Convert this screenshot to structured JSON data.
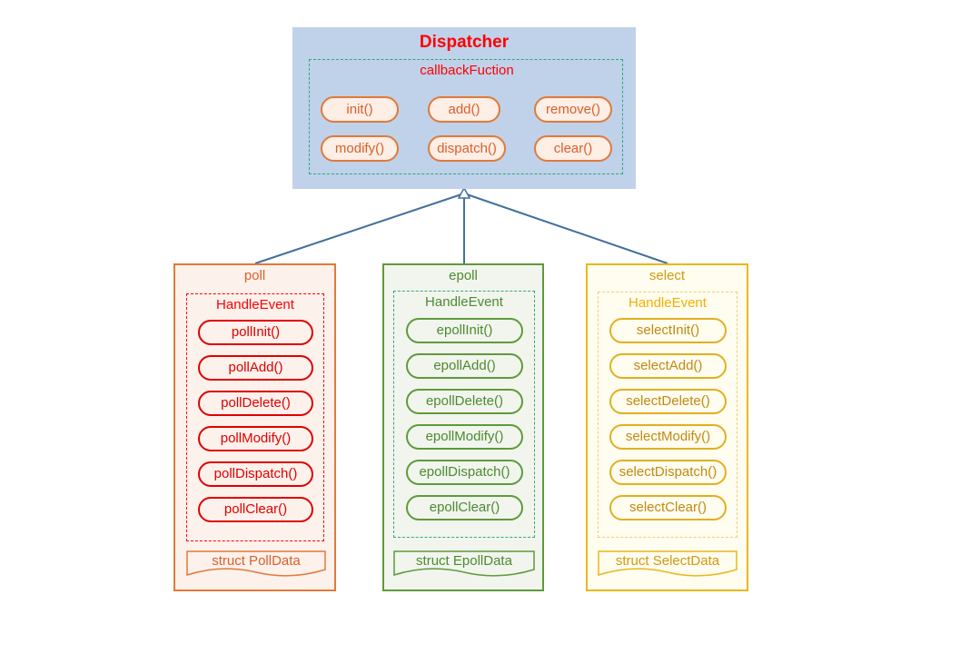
{
  "dispatcher": {
    "title": "Dispatcher",
    "callback_title": "callbackFuction",
    "methods": [
      "init()",
      "add()",
      "remove()",
      "modify()",
      "dispatch()",
      "clear()"
    ]
  },
  "panels": [
    {
      "id": "poll",
      "title": "poll",
      "handler_title": "HandleEvent",
      "methods": [
        "pollInit()",
        "pollAdd()",
        "pollDelete()",
        "pollModify()",
        "pollDispatch()",
        "pollClear()"
      ],
      "struct_label": "struct PollData"
    },
    {
      "id": "epoll",
      "title": "epoll",
      "handler_title": "HandleEvent",
      "methods": [
        "epollInit()",
        "epollAdd()",
        "epollDelete()",
        "epollModify()",
        "epollDispatch()",
        "epollClear()"
      ],
      "struct_label": "struct EpollData"
    },
    {
      "id": "select",
      "title": "select",
      "handler_title": "HandleEvent",
      "methods": [
        "selectInit()",
        "selectAdd()",
        "selectDelete()",
        "selectModify()",
        "selectDispatch()",
        "selectClear()"
      ],
      "struct_label": "struct SelectData"
    }
  ],
  "colors": {
    "dispatcher_fill": "#bfd2ea",
    "arrow": "#41719c",
    "poll": "#e07a3a",
    "epoll": "#5f9a3a",
    "select": "#e8b81a"
  }
}
